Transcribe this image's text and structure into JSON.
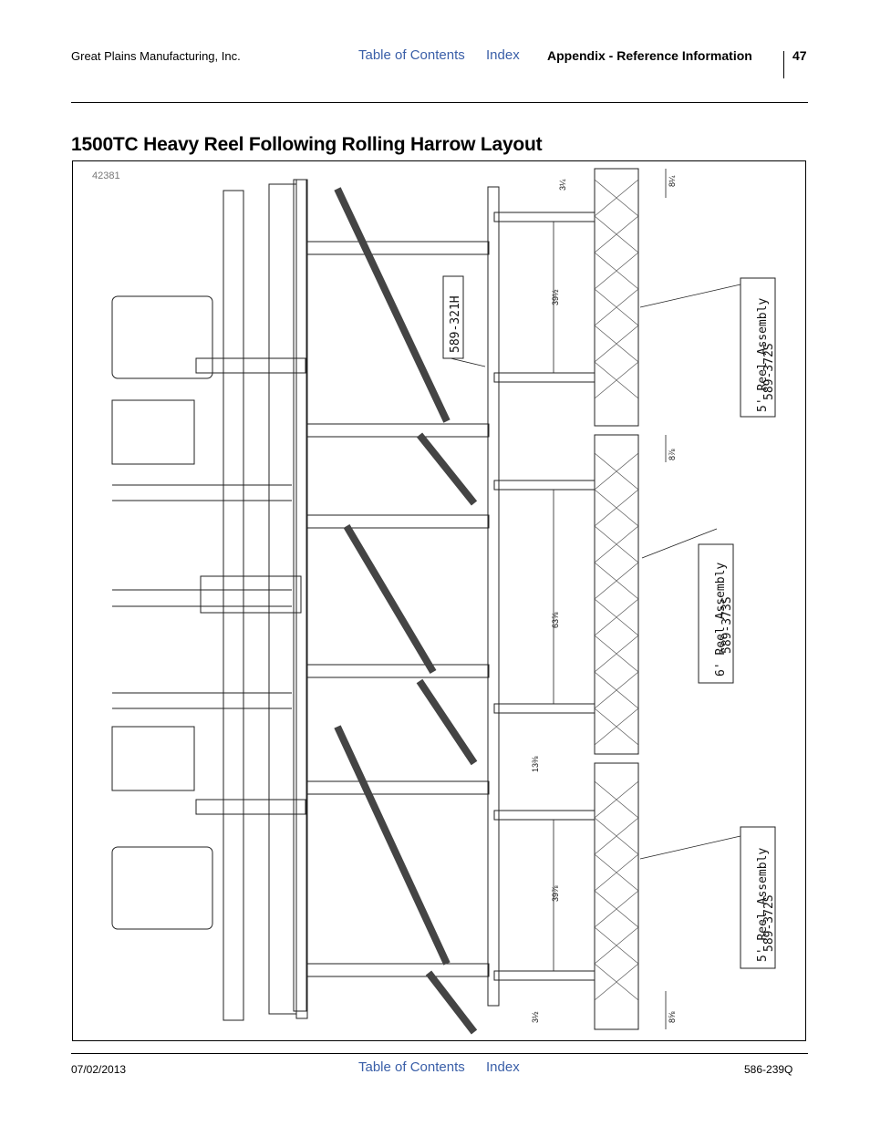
{
  "header": {
    "company": "Great Plains Manufacturing, Inc.",
    "toc_link": "Table of Contents",
    "index_link": "Index",
    "section": "Appendix - Reference Information",
    "page_number": "47"
  },
  "title": "1500TC Heavy Reel Following Rolling Harrow Layout",
  "figure": {
    "id": "42381",
    "part_label": "589-321H",
    "callouts": [
      {
        "line1": "5' Reel Assembly",
        "line2": "589-372S"
      },
      {
        "line1": "6' Reel Assembly",
        "line2": "589-373S"
      },
      {
        "line1": "5' Reel Assembly",
        "line2": "589-372S"
      }
    ],
    "dimensions": [
      "3¼",
      "8¼",
      "39½",
      "8⅞",
      "63⅝",
      "13⅜",
      "39⅞",
      "3½",
      "8⅝"
    ]
  },
  "footer": {
    "date": "07/02/2013",
    "toc_link": "Table of Contents",
    "index_link": "Index",
    "part_number": "586-239Q"
  }
}
